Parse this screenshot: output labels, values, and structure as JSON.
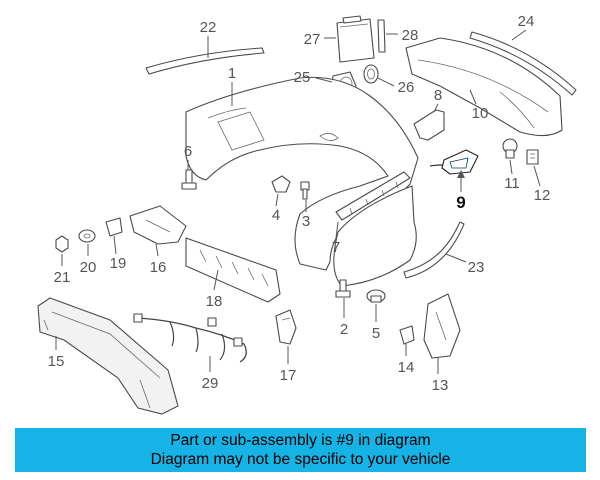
{
  "diagram": {
    "highlight_color": "#1a8fd1",
    "callouts": [
      "22",
      "27",
      "28",
      "24",
      "1",
      "25",
      "26",
      "8",
      "10",
      "6",
      "9",
      "11",
      "12",
      "4",
      "3",
      "7",
      "23",
      "21",
      "20",
      "19",
      "16",
      "18",
      "2",
      "5",
      "15",
      "29",
      "17",
      "14",
      "13"
    ]
  },
  "banner": {
    "line1": "Part or sub-assembly is #9 in diagram",
    "line2": "Diagram may not be specific to your vehicle",
    "background": "#15b3e6"
  }
}
